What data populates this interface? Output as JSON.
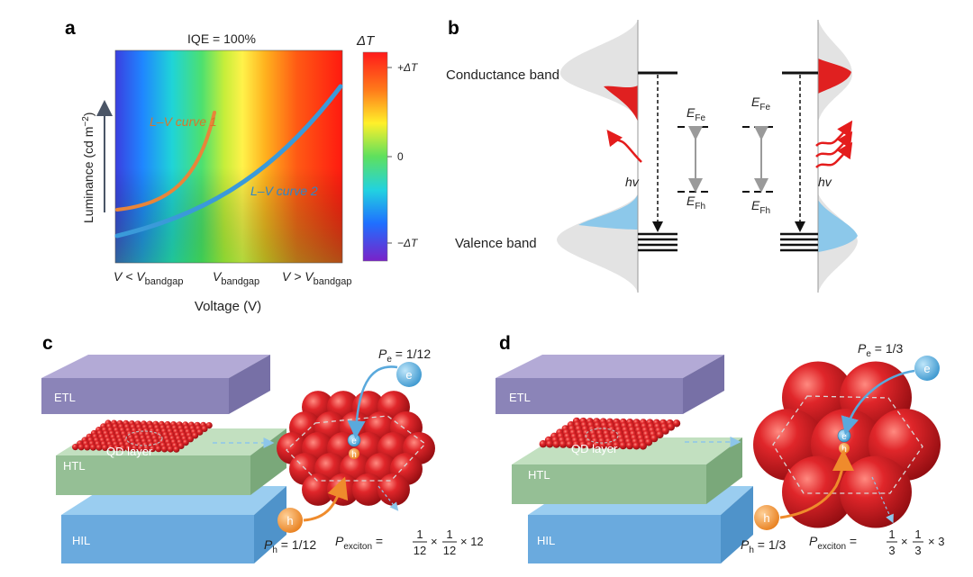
{
  "panels": {
    "a": "a",
    "b": "b",
    "c": "c",
    "d": "d"
  },
  "panel_a": {
    "title": "IQE = 100%",
    "y_axis": {
      "prefix": "Luminance (cd m",
      "sup": "−2",
      "suffix": ")"
    },
    "x_axis_label": "Voltage (V)",
    "x_ticks": [
      {
        "pre": "V < V",
        "sub": "bandgap"
      },
      {
        "pre": "V",
        "sub": "bandgap"
      },
      {
        "pre": "V > V",
        "sub": "bandgap"
      }
    ],
    "colorbar": {
      "title": "ΔT",
      "ticks": [
        "+ΔT",
        "0",
        "−ΔT"
      ]
    },
    "curves": [
      {
        "label": "L–V curve 1",
        "color": "#e8853a"
      },
      {
        "label": "L–V curve 2",
        "color": "#3a9ad9"
      }
    ]
  },
  "panel_b": {
    "conductance_band": "Conductance band",
    "valence_band": "Valence band",
    "hv": "hv",
    "efe": {
      "main": "E",
      "sub": "Fe"
    },
    "efh": {
      "main": "E",
      "sub": "Fh"
    }
  },
  "panel_c": {
    "layers": [
      "ETL",
      "QD layer",
      "HTL",
      "HIL"
    ],
    "electron": "e",
    "hole": "h",
    "pe": {
      "main": "P",
      "sub": "e",
      "value": " = 1/12"
    },
    "ph": {
      "main": "P",
      "sub": "h",
      "value": " = 1/12"
    },
    "pexciton": {
      "main": "P",
      "sub": "exciton",
      "eq": " = ",
      "num": "1",
      "den": "12",
      "times": "×",
      "tail": "× 12"
    }
  },
  "panel_d": {
    "layers": [
      "ETL",
      "QD layer",
      "HTL",
      "HIL"
    ],
    "electron": "e",
    "hole": "h",
    "pe": {
      "main": "P",
      "sub": "e",
      "value": " = 1/3"
    },
    "ph": {
      "main": "P",
      "sub": "h",
      "value": " = 1/3"
    },
    "pexciton": {
      "main": "P",
      "sub": "exciton",
      "eq": " = ",
      "num": "1",
      "den": "3",
      "times": "×",
      "tail": "× 3"
    }
  },
  "colors": {
    "etl": "#9b93c2",
    "htl": "#a8cba8",
    "hil": "#7fb7e3",
    "qd": "#c8161d",
    "electron": "#4aa5d6",
    "hole": "#ef8b2c",
    "emission": "#e41c1c",
    "valence_fill": "#8cc8ea"
  }
}
